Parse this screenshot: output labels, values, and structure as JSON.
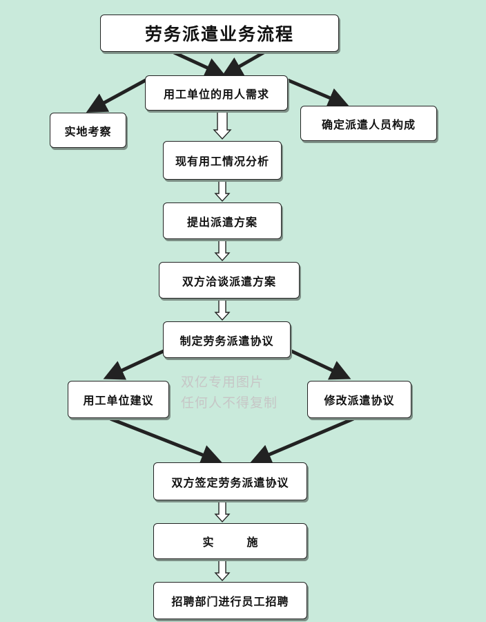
{
  "diagram": {
    "title": "劳务派遣业务流程",
    "nodes": {
      "demand": "用工单位的用人需求",
      "site_inspection": "实地考察",
      "staff_composition": "确定派遣人员构成",
      "analysis": "现有用工情况分析",
      "proposal": "提出派遣方案",
      "negotiation": "双方洽谈派遣方案",
      "draft_agreement": "制定劳务派遣协议",
      "employer_suggestion": "用工单位建议",
      "revise_agreement": "修改派遣协议",
      "sign_agreement": "双方签定劳务派遣协议",
      "implement_a": "实",
      "implement_b": "施",
      "recruit": "招聘部门进行员工招聘"
    },
    "watermark": {
      "line1": "双亿专用图片",
      "line2": "任何人不得复制"
    }
  },
  "colors": {
    "background": "#c9eadb",
    "box_fill": "#ffffff",
    "outline": "#222222",
    "watermark": "#c6c6c6"
  }
}
